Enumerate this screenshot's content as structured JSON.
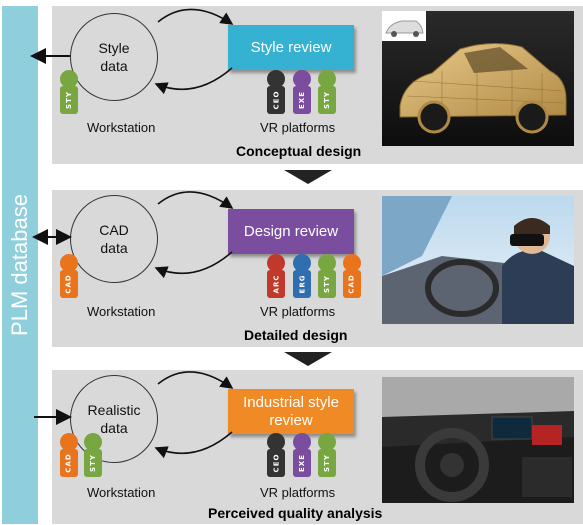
{
  "sidebar": {
    "label": "PLM database"
  },
  "colors": {
    "style_review": "#35b1d2",
    "design_review": "#7a4d9e",
    "industrial_review": "#f08a24",
    "sidebar": "#8fcfdc",
    "panel": "#d9d9d9"
  },
  "badge_colors": {
    "STY": "#78a640",
    "CEO": "#333333",
    "EXE": "#7a4d9e",
    "CAD": "#e8741e",
    "ARC": "#c0392b",
    "ERG": "#2f6fb0"
  },
  "panels": [
    {
      "data_label": "Style\ndata",
      "review_label": "Style review",
      "workstation_label": "Workstation",
      "vr_label": "VR platforms",
      "phase_label": "Conceptual design",
      "photo": "car-wireframe-photo",
      "workstation_badges": [
        "STY"
      ],
      "vr_badges": [
        "CEO",
        "EXE",
        "STY"
      ]
    },
    {
      "data_label": "CAD\ndata",
      "review_label": "Design review",
      "workstation_label": "Workstation",
      "vr_label": "VR platforms",
      "phase_label": "Detailed design",
      "photo": "vr-driver-photo",
      "workstation_badges": [
        "CAD"
      ],
      "vr_badges": [
        "ARC",
        "ERG",
        "STY",
        "CAD"
      ]
    },
    {
      "data_label": "Realistic\ndata",
      "review_label": "Industrial style\nreview",
      "workstation_label": "Workstation",
      "vr_label": "VR platforms",
      "phase_label": "Perceived quality analysis",
      "photo": "car-interior-photo",
      "workstation_badges": [
        "CAD",
        "STY"
      ],
      "vr_badges": [
        "CEO",
        "EXE",
        "STY"
      ]
    }
  ]
}
